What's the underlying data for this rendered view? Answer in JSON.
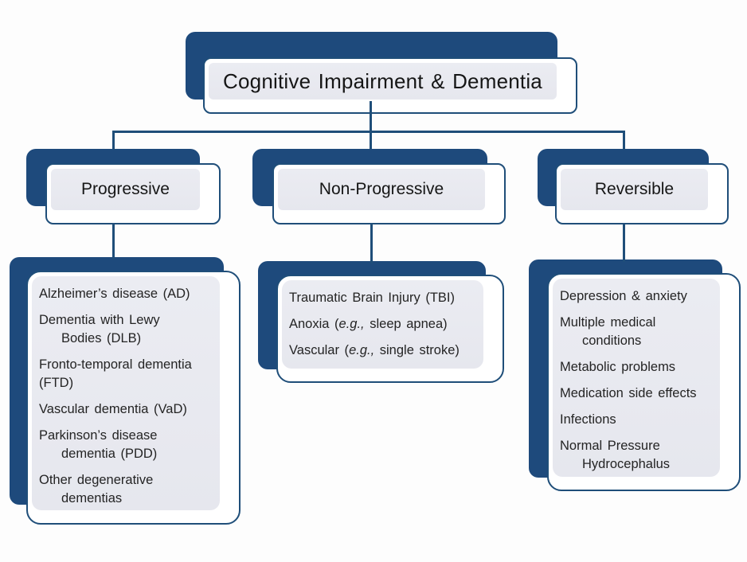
{
  "diagram": {
    "title": "Cognitive Impairment & Dementia",
    "colors": {
      "node_fill_dark_blue": "#1e4a7c",
      "node_border_blue": "#1f4e79",
      "panel_gray": "#e8e9ef",
      "text": "#1a1a1a"
    },
    "branches": [
      {
        "label": "Progressive",
        "items": [
          {
            "lines": [
              {
                "segs": [
                  {
                    "t": "Alzheimer’s disease (AD)"
                  }
                ]
              }
            ]
          },
          {
            "lines": [
              {
                "segs": [
                  {
                    "t": "Dementia with Lewy"
                  }
                ]
              },
              {
                "indent": true,
                "segs": [
                  {
                    "t": "Bodies (DLB)"
                  }
                ]
              }
            ]
          },
          {
            "lines": [
              {
                "segs": [
                  {
                    "t": "Fronto-temporal dementia"
                  }
                ]
              },
              {
                "segs": [
                  {
                    "t": "(FTD)"
                  }
                ]
              }
            ]
          },
          {
            "lines": [
              {
                "segs": [
                  {
                    "t": "Vascular dementia (VaD)"
                  }
                ]
              }
            ]
          },
          {
            "lines": [
              {
                "segs": [
                  {
                    "t": "Parkinson’s disease"
                  }
                ]
              },
              {
                "indent": true,
                "segs": [
                  {
                    "t": "dementia (PDD)"
                  }
                ]
              }
            ]
          },
          {
            "lines": [
              {
                "segs": [
                  {
                    "t": "Other degenerative"
                  }
                ]
              },
              {
                "indent": true,
                "segs": [
                  {
                    "t": "dementias"
                  }
                ]
              }
            ]
          }
        ]
      },
      {
        "label": "Non-Progressive",
        "items": [
          {
            "lines": [
              {
                "segs": [
                  {
                    "t": "Traumatic Brain Injury (TBI)"
                  }
                ]
              }
            ]
          },
          {
            "lines": [
              {
                "segs": [
                  {
                    "t": "Anoxia ("
                  },
                  {
                    "t": "e.g.,",
                    "em": true
                  },
                  {
                    "t": " sleep apnea)"
                  }
                ]
              }
            ]
          },
          {
            "lines": [
              {
                "segs": [
                  {
                    "t": "Vascular ("
                  },
                  {
                    "t": "e.g.,",
                    "em": true
                  },
                  {
                    "t": " single stroke)"
                  }
                ]
              }
            ]
          }
        ]
      },
      {
        "label": "Reversible",
        "items": [
          {
            "lines": [
              {
                "segs": [
                  {
                    "t": "Depression & anxiety"
                  }
                ]
              }
            ]
          },
          {
            "lines": [
              {
                "segs": [
                  {
                    "t": "Multiple medical"
                  }
                ]
              },
              {
                "indent": true,
                "segs": [
                  {
                    "t": "conditions"
                  }
                ]
              }
            ]
          },
          {
            "lines": [
              {
                "segs": [
                  {
                    "t": "Metabolic problems"
                  }
                ]
              }
            ]
          },
          {
            "lines": [
              {
                "segs": [
                  {
                    "t": "Medication side effects"
                  }
                ]
              }
            ]
          },
          {
            "lines": [
              {
                "segs": [
                  {
                    "t": "Infections"
                  }
                ]
              }
            ]
          },
          {
            "lines": [
              {
                "segs": [
                  {
                    "t": "Normal Pressure"
                  }
                ]
              },
              {
                "indent": true,
                "segs": [
                  {
                    "t": "Hydrocephalus"
                  }
                ]
              }
            ]
          }
        ]
      }
    ]
  }
}
